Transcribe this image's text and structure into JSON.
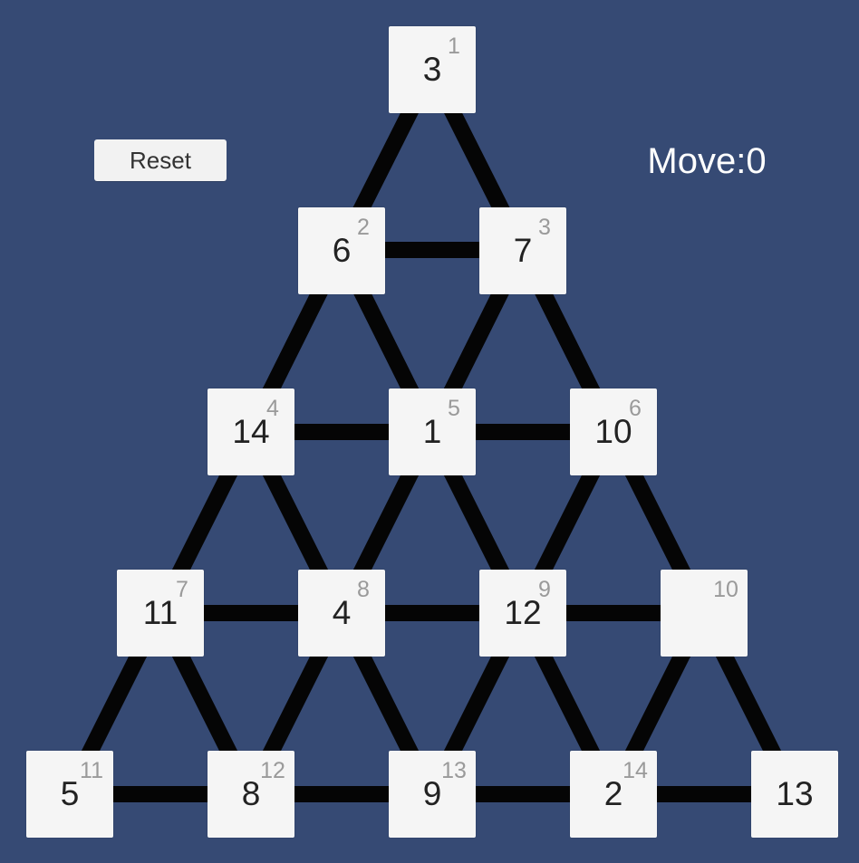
{
  "controls": {
    "reset_label": "Reset"
  },
  "status": {
    "move_label": "Move:",
    "move_count": "0"
  },
  "board": {
    "tiles": [
      {
        "index": "1",
        "value": "3"
      },
      {
        "index": "2",
        "value": "6"
      },
      {
        "index": "3",
        "value": "7"
      },
      {
        "index": "4",
        "value": "14"
      },
      {
        "index": "5",
        "value": "1"
      },
      {
        "index": "6",
        "value": "10"
      },
      {
        "index": "7",
        "value": "11"
      },
      {
        "index": "8",
        "value": "4"
      },
      {
        "index": "9",
        "value": "12"
      },
      {
        "index": "10",
        "value": ""
      },
      {
        "index": "11",
        "value": "5"
      },
      {
        "index": "12",
        "value": "8"
      },
      {
        "index": "13",
        "value": "9"
      },
      {
        "index": "14",
        "value": "2"
      },
      {
        "index": "",
        "value": "13"
      }
    ]
  },
  "colors": {
    "background": "#364a74",
    "tile": "#f5f5f5",
    "edge": "#050505",
    "index_text": "#9a9a9a"
  }
}
